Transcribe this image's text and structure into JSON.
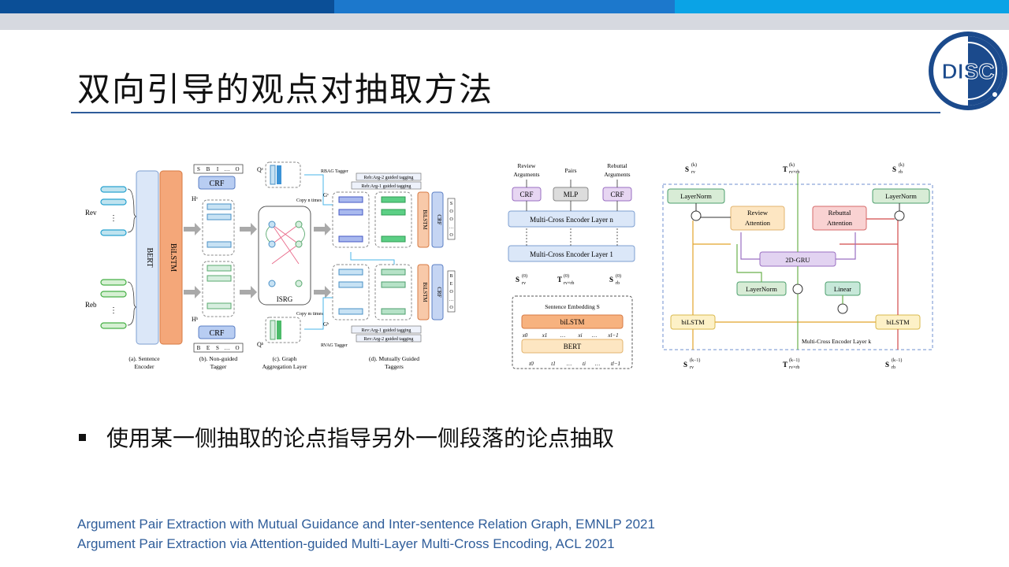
{
  "colors": {
    "band_dark": "#0b4f97",
    "band_mid": "#1c78cc",
    "band_light": "#0aa3e6",
    "accent": "#2e5c9a"
  },
  "slide": {
    "title": "双向引导的观点对抽取方法",
    "bullet": "使用某一侧抽取的论点指导另外一侧段落的论点抽取",
    "refs": [
      "Argument Pair Extraction with Mutual Guidance and Inter-sentence Relation Graph, EMNLP 2021",
      "Argument Pair Extraction via Attention-guided Multi-Layer Multi-Cross Encoding, ACL 2021"
    ]
  },
  "logo": {
    "text": "DISC"
  },
  "fig1": {
    "rev": "Rev",
    "reb": "Reb",
    "bert": "BERT",
    "bilstm": "BiLSTM",
    "crf": "CRF",
    "hv": "Hᵛ",
    "hb": "Hᵇ",
    "qv": "Qᵛ",
    "qb": "Qᵇ",
    "gv": "Gᵛ",
    "gb": "Gᵇ",
    "isrg": "ISRG",
    "copy_n": "Copy n times",
    "copy_m": "Copy m times",
    "rbag": "RBAG Tagger",
    "rvag": "RVAG Tagger",
    "reb_arg2": "Reb:Arg-2 guided tagging",
    "reb_arg1": "Reb:Arg-1 guided tagging",
    "rev_arg1": "Rev:Arg-1 guided tagging",
    "rev_arg2": "Rev:Arg-2 guided tagging",
    "tags_top": [
      "S",
      "B",
      "I",
      "…",
      "O"
    ],
    "tags_bot": [
      "B",
      "E",
      "S",
      "…",
      "O"
    ],
    "tags_right_top": [
      "S",
      "O",
      "O",
      "…",
      "O"
    ],
    "tags_right_bot": [
      "B",
      "E",
      "O",
      "…",
      "O"
    ],
    "cap_a": [
      "(a). Sentence",
      "Encoder"
    ],
    "cap_b": [
      "(b). Non-guided",
      "Tagger"
    ],
    "cap_c": [
      "(c). Graph",
      "Aggregation Layer"
    ],
    "cap_d": [
      "(d). Mutually Guided",
      "Taggers"
    ]
  },
  "fig2": {
    "review_args": [
      "Review",
      "Arguments"
    ],
    "pairs": "Pairs",
    "rebuttal_args": [
      "Rebuttal",
      "Arguments"
    ],
    "crf": "CRF",
    "mlp": "MLP",
    "layer_n": "Multi-Cross Encoder Layer n",
    "layer_1": "Multi-Cross Encoder Layer 1",
    "srv": "S",
    "srv_sub": "rv",
    "trvrb": "T",
    "trvrb_sub": "rv×rb",
    "srb": "S",
    "srb_sub": "rb",
    "sup0": "(0)",
    "sentence_emb": "Sentence Embedding S",
    "bilstm": "biLSTM",
    "bert": "BERT",
    "xs": [
      "x0",
      "x1",
      "…",
      "xi",
      "…",
      "xl−1"
    ],
    "ts": [
      "t0",
      "t1",
      "…",
      "ti",
      "…",
      "tl−1"
    ]
  },
  "fig3": {
    "layernorm": "LayerNorm",
    "review_attention": [
      "Review",
      "Attention"
    ],
    "rebuttal_attention": [
      "Rebuttal",
      "Attention"
    ],
    "gru": "2D-GRU",
    "linear": "Linear",
    "bilstm": "biLSTM",
    "layer_k": "Multi-Cross Encoder Layer k",
    "supk": "(k)",
    "supk1": "(k−1)"
  }
}
